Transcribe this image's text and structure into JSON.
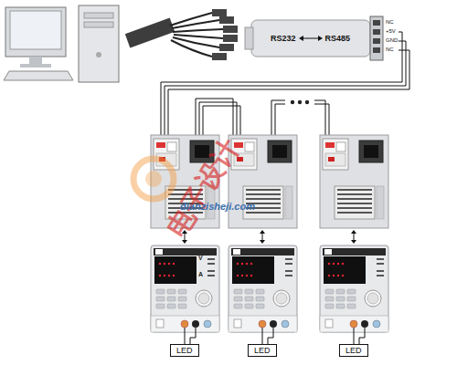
{
  "diagram": {
    "nodes": [
      {
        "text": [
          "RS232",
          "RS485"
        ]
      },
      {
        "text": [
          "LED"
        ]
      },
      {
        "text": [
          "LED"
        ]
      },
      {
        "text": [
          "LED"
        ]
      }
    ],
    "labels": [
      "NC",
      "+5V",
      "GND",
      "NC",
      "V",
      "A",
      "电子设计",
      "dianzisheji.com"
    ]
  }
}
